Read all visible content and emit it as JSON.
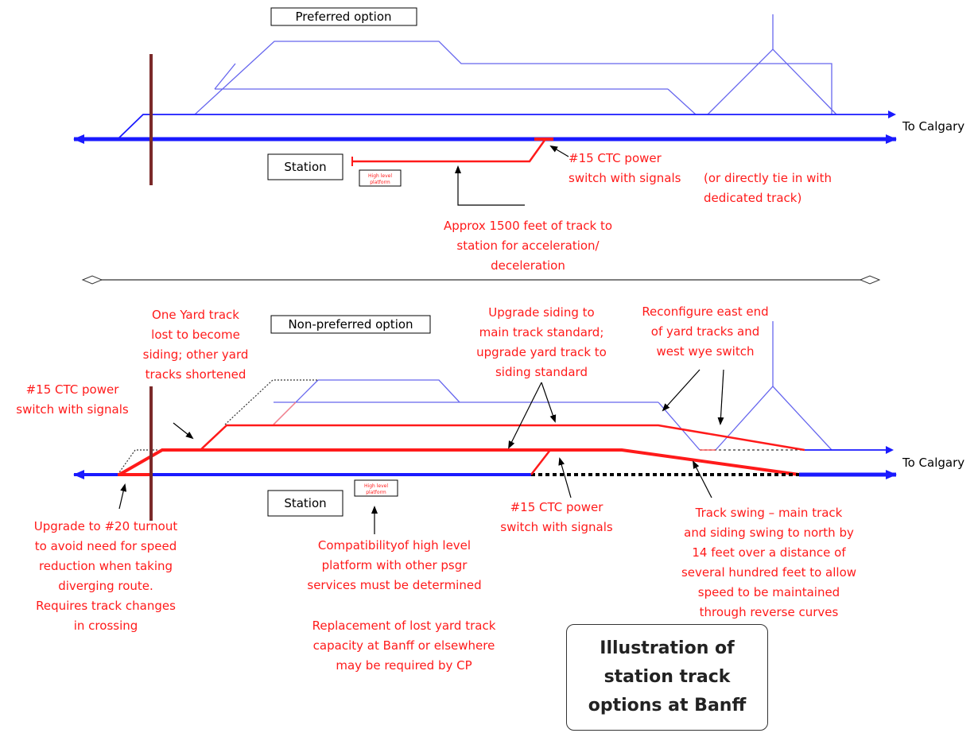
{
  "top": {
    "option_label": "Preferred option",
    "station": "Station",
    "platform": [
      "High level",
      "platform"
    ],
    "to_city": "To Calgary",
    "switch_note": [
      "#15 CTC power",
      "switch with signals"
    ],
    "tie_in_note": [
      "(or directly tie in with",
      "dedicated track)"
    ],
    "approach_note": [
      "Approx 1500 feet of track to",
      "station for acceleration/",
      "deceleration"
    ]
  },
  "bottom": {
    "option_label": "Non-preferred option",
    "station": "Station",
    "platform": [
      "High level",
      "platform"
    ],
    "to_city": "To Calgary",
    "yard_note": [
      "One Yard track",
      "lost to become",
      "siding; other yard",
      "tracks shortened"
    ],
    "west_switch_note": [
      "#15 CTC power",
      "switch with signals"
    ],
    "upgrade_siding_note": [
      "Upgrade siding to",
      "main track standard;",
      "upgrade yard track to",
      "siding standard"
    ],
    "reconfigure_note": [
      "Reconfigure east end",
      "of yard tracks and",
      "west wye switch"
    ],
    "turnout_note": [
      "Upgrade to #20 turnout",
      "to avoid need for speed",
      "reduction when taking",
      "diverging route.",
      "Requires track changes",
      "in crossing"
    ],
    "compat_note": [
      "Compatibilityof high level",
      "platform with other psgr",
      "services must be determined"
    ],
    "east_switch_note": [
      "#15 CTC power",
      "switch with signals"
    ],
    "swing_note": [
      "Track swing – main  track",
      "and siding swing to north by",
      "14 feet over a distance of",
      "several hundred feet to allow",
      "speed to be maintained",
      "through reverse curves"
    ],
    "replacement_note": [
      "Replacement of lost yard track",
      "capacity at Banff or elsewhere",
      "may be required by CP"
    ]
  },
  "title": "Illustration of\nstation track\noptions at Banff",
  "colors": {
    "main_track": "#1a1aff",
    "yard_track": "#6666ee",
    "proposed_track": "#ff1a1a",
    "road": "#7b2a2a",
    "annotation": "#ff1a1a"
  }
}
